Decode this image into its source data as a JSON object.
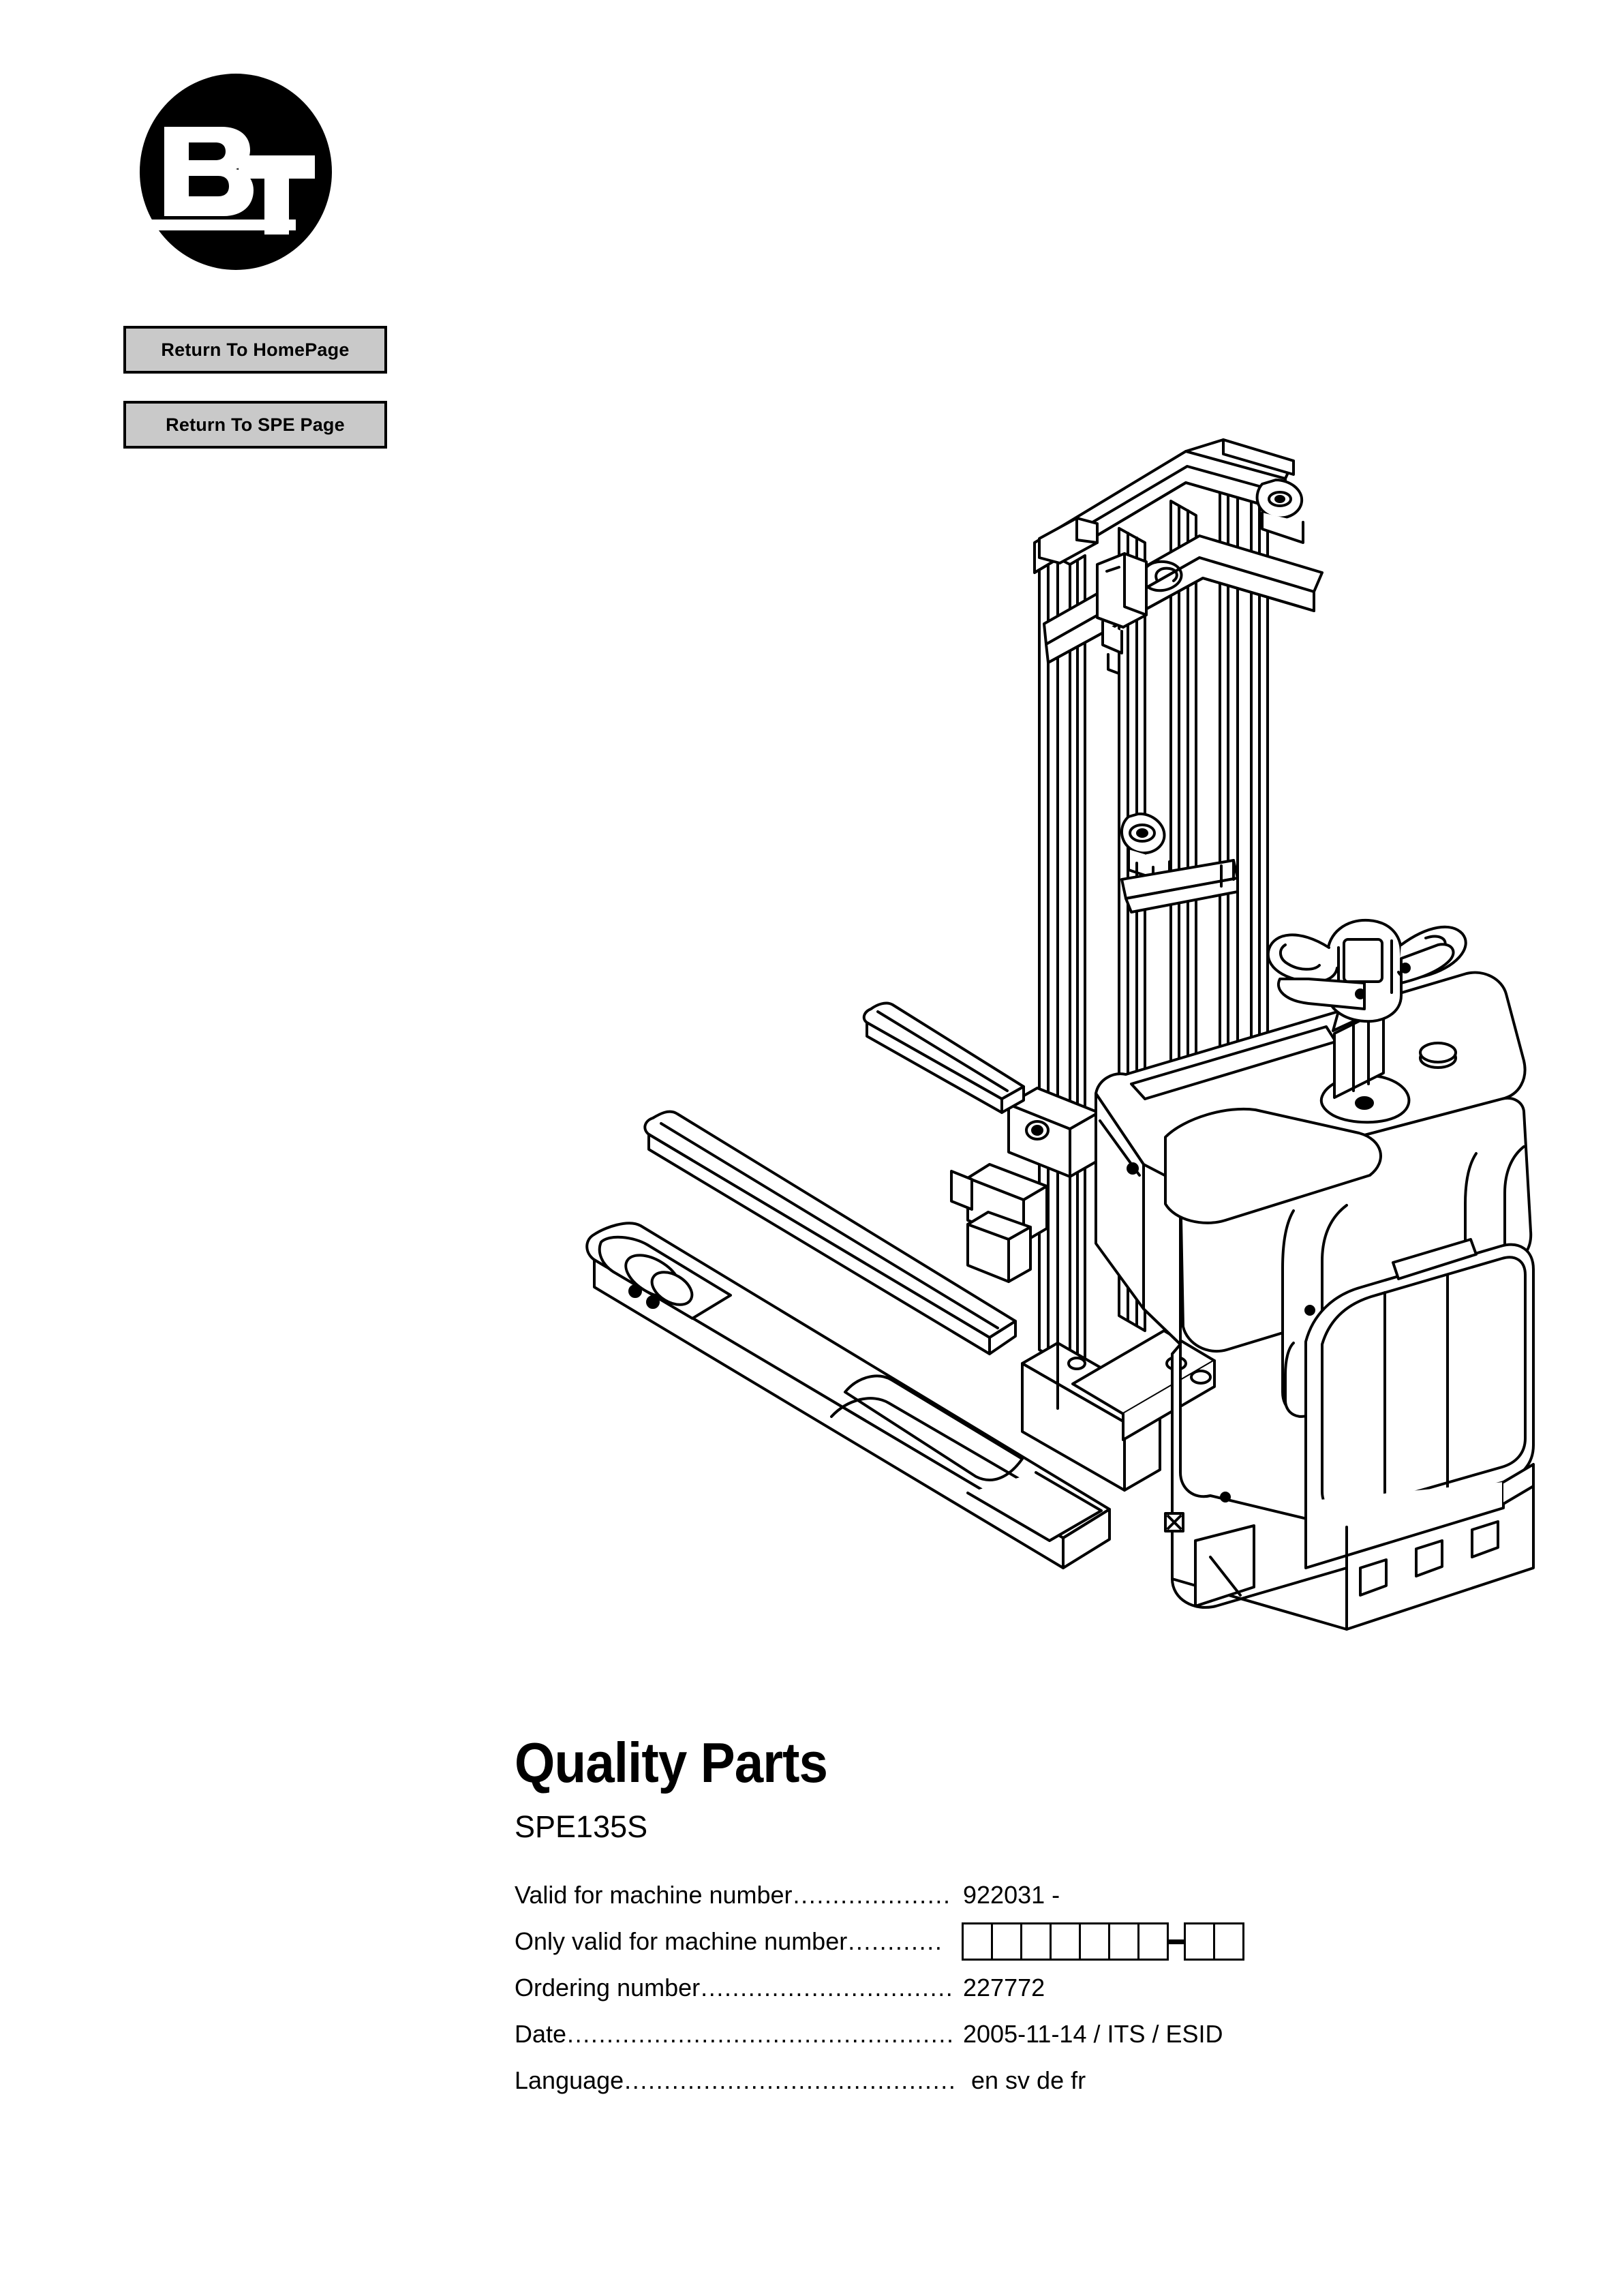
{
  "logo": {
    "alt": "BT",
    "letter_1": "B",
    "letter_2": "T"
  },
  "nav": {
    "buttons": [
      {
        "id": "home",
        "label": "Return To HomePage"
      },
      {
        "id": "spe",
        "label": "Return To SPE Page"
      }
    ]
  },
  "illustration": {
    "caption": "BT SPE135S electric pallet stacker, isometric line drawing"
  },
  "title_block": {
    "title": "Quality Parts",
    "model": "SPE135S",
    "rows": [
      {
        "label": "Valid for machine number",
        "dots": "....................",
        "value": "922031 -",
        "type": "text"
      },
      {
        "label": "Only valid for machine number",
        "dots": "............",
        "value": "",
        "type": "boxes",
        "boxes_group_1": 7,
        "boxes_group_2": 2
      },
      {
        "label": "Ordering number ",
        "dots": "................................",
        "value": "227772",
        "type": "text"
      },
      {
        "label": "Date",
        "dots": ".................................................",
        "value": "2005-11-14 / ITS / ESID",
        "type": "text"
      },
      {
        "label": "Language",
        "dots": "...........................................",
        "value": " en sv de fr",
        "type": "text"
      }
    ]
  },
  "colors": {
    "page_background": "#ffffff",
    "ink": "#000000",
    "button_face": "#c9c9c9"
  }
}
